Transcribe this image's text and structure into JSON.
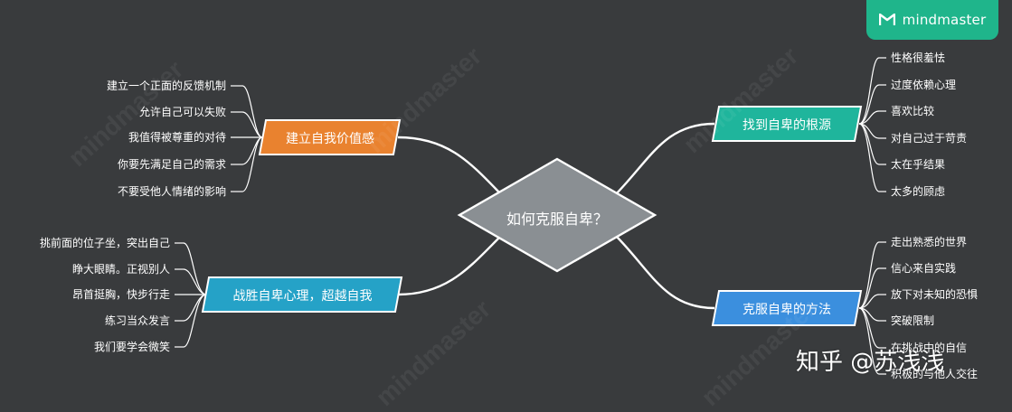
{
  "brand": {
    "logo_text": "mindmaster"
  },
  "center": {
    "label": "如何克服自卑？"
  },
  "branches": [
    {
      "id": "b1",
      "label": "建立自我价值感",
      "color": "#e9822f",
      "leaves": [
        "建立一个正面的反馈机制",
        "允许自己可以失败",
        "我值得被尊重的对待",
        "你要先满足自己的需求",
        "不要受他人情绪的影响"
      ]
    },
    {
      "id": "b2",
      "label": "战胜自卑心理，超越自我",
      "color": "#25a2c7",
      "leaves": [
        "挑前面的位子坐，突出自己",
        "睁大眼睛。正视别人",
        "昂首挺胸，快步行走",
        "练习当众发言",
        "我们要学会微笑"
      ]
    },
    {
      "id": "b3",
      "label": "找到自卑的根源",
      "color": "#1fb59c",
      "leaves": [
        "性格很羞怯",
        "过度依赖心理",
        "喜欢比较",
        "对自己过于苛责",
        "太在乎结果",
        "太多的顾虑"
      ]
    },
    {
      "id": "b4",
      "label": "克服自卑的方法",
      "color": "#3b8fde",
      "leaves": [
        "走出熟悉的世界",
        "信心来自实践",
        "放下对未知的恐惧",
        "突破限制",
        "在挑战中的自信",
        "积极的与他人交往"
      ]
    }
  ],
  "footer": {
    "watermark": "知乎 @苏浅浅"
  },
  "colors": {
    "background": "#393b3d",
    "line": "#ffffff",
    "center_fill": "#8a8f93",
    "logo_bg": "#1fb58b"
  }
}
